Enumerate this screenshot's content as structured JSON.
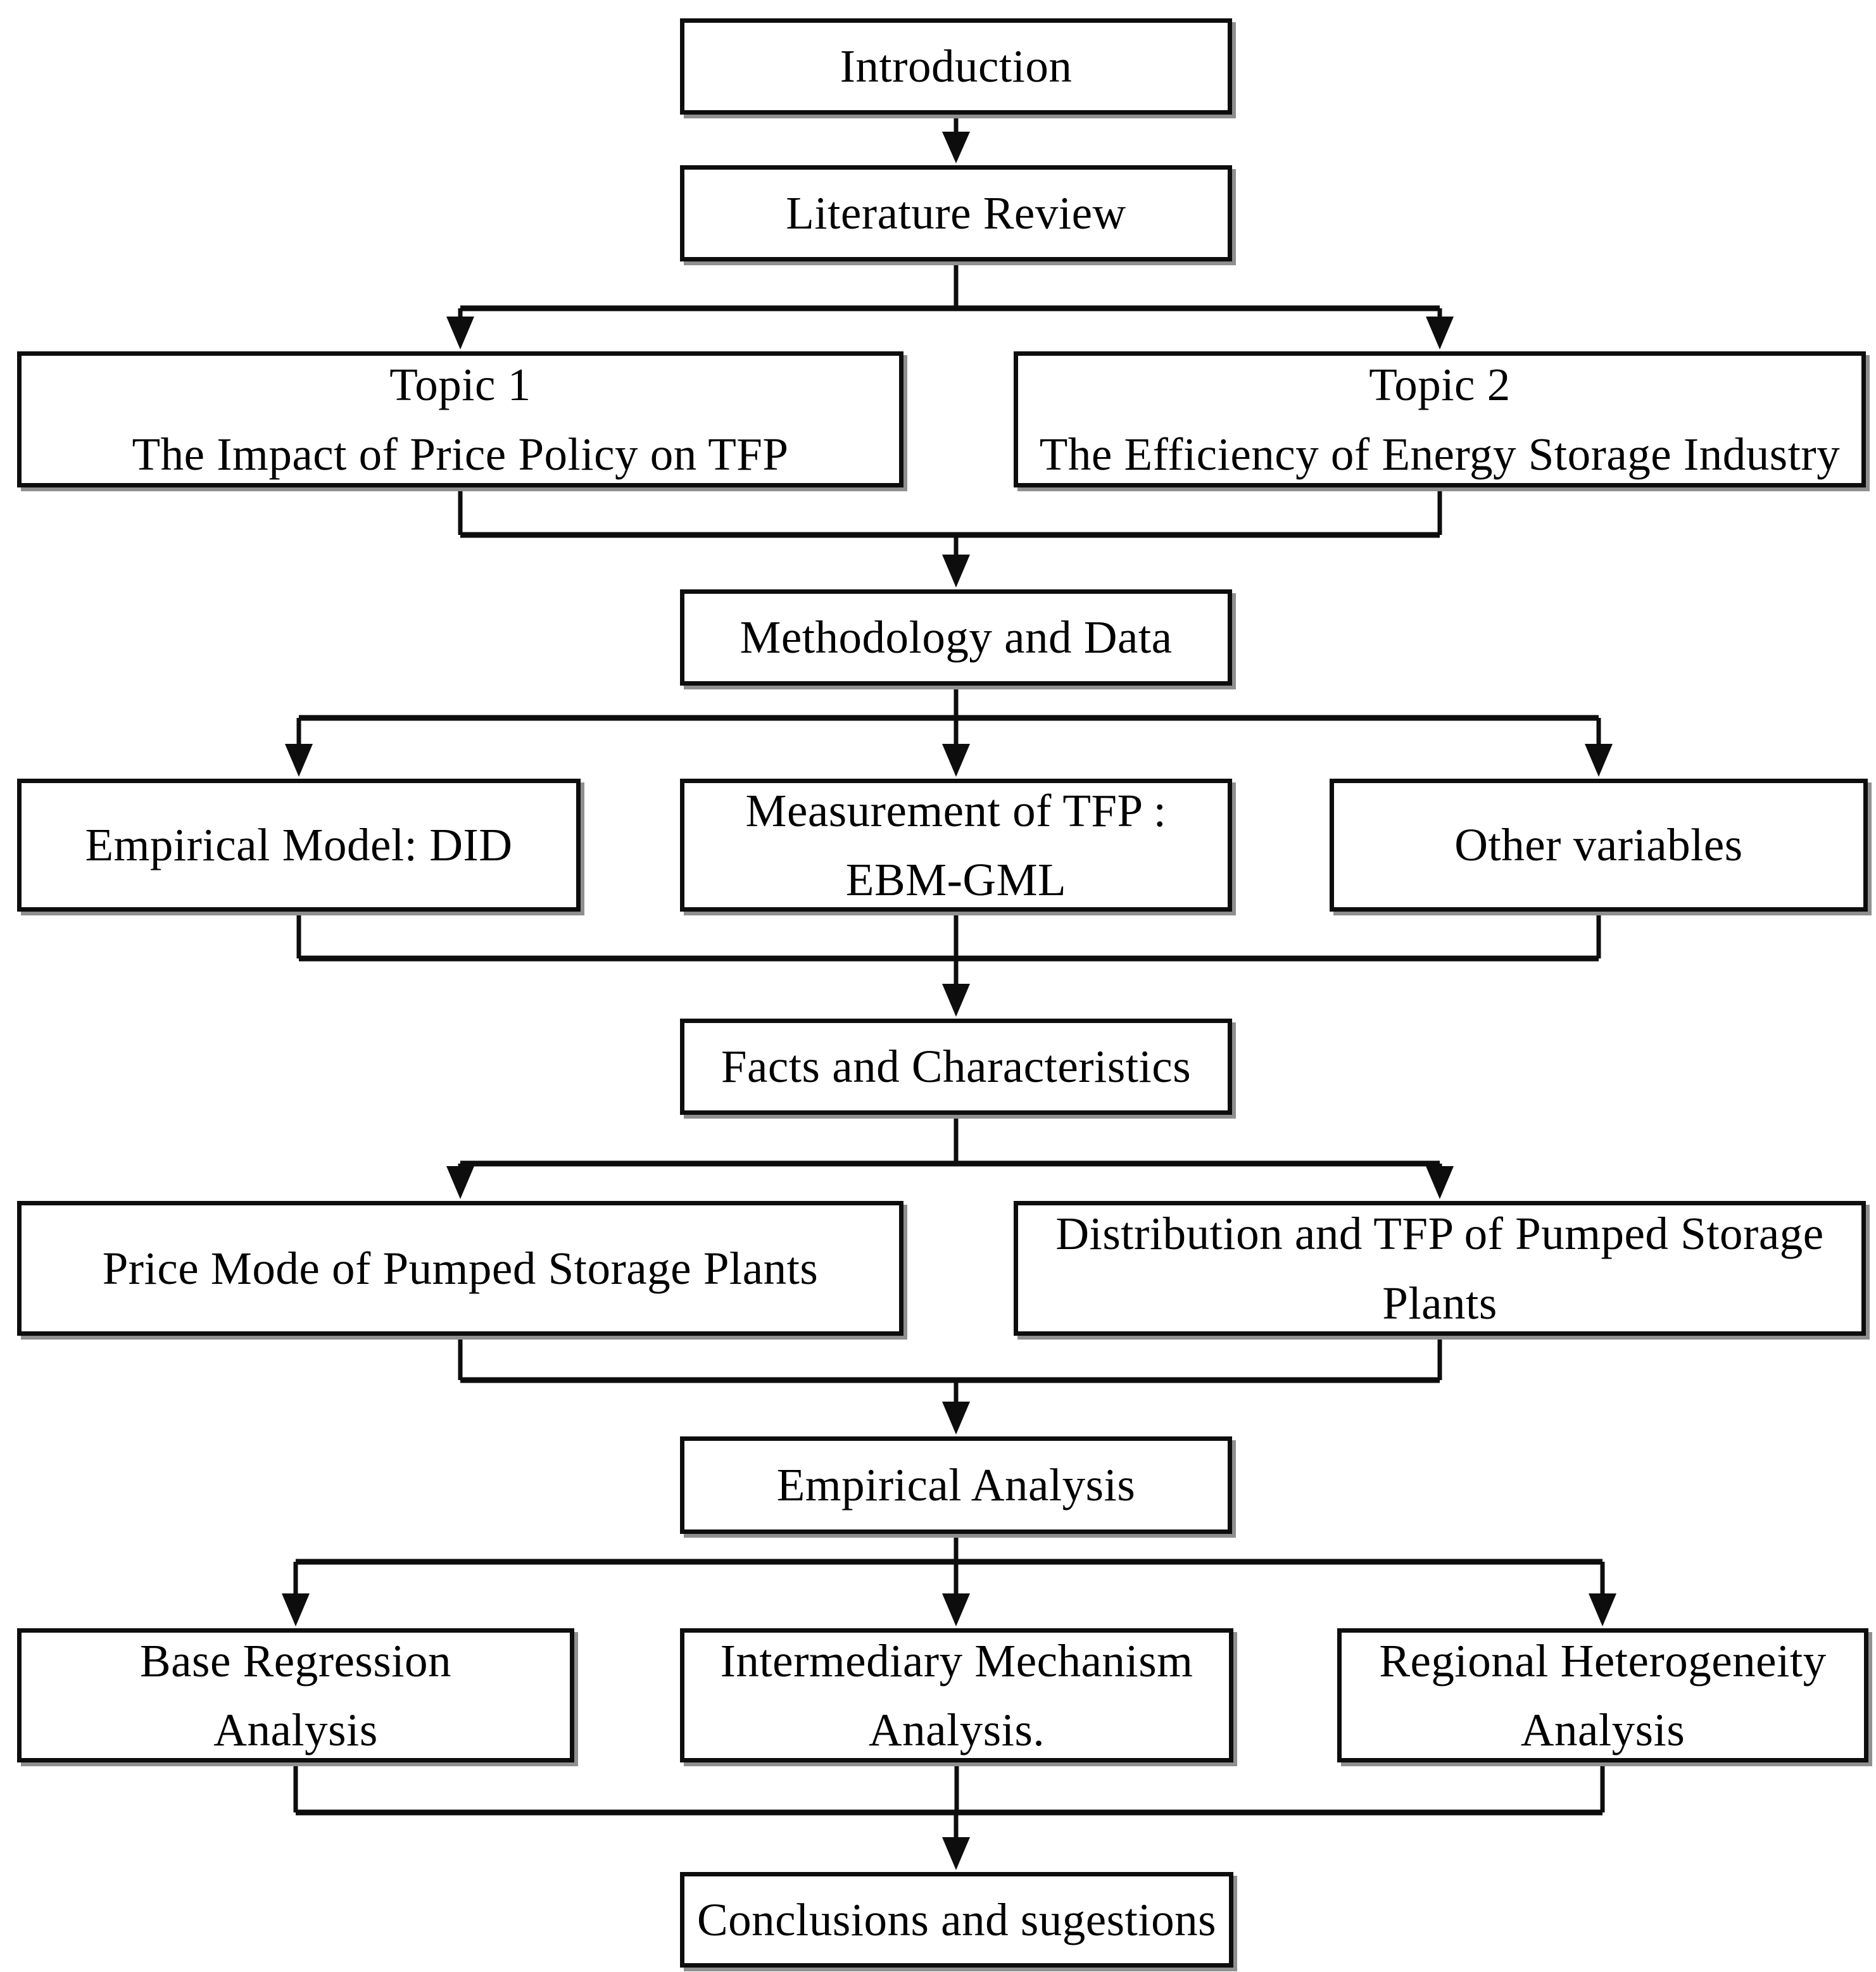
{
  "diagram": {
    "title": "Research framework flowchart",
    "style": {
      "page_bg": "#ffffff",
      "box_bg": "#ffffff",
      "box_border_color": "#0d0d0d",
      "shadow_color": "#8f8f8f",
      "line_color": "#0d0d0d",
      "text_color": "#000000"
    },
    "nodes": {
      "introduction": {
        "lines": [
          "Introduction"
        ]
      },
      "literature_review": {
        "lines": [
          "Literature Review"
        ]
      },
      "topic1": {
        "lines": [
          "Topic 1",
          "The Impact of Price Policy on TFP"
        ]
      },
      "topic2": {
        "lines": [
          "Topic 2",
          "The Efficiency of Energy Storage Industry"
        ]
      },
      "methodology": {
        "lines": [
          "Methodology and Data"
        ]
      },
      "empirical_model": {
        "lines": [
          "Empirical Model: DID"
        ]
      },
      "measurement": {
        "lines": [
          "Measurement of TFP :",
          "EBM-GML"
        ]
      },
      "other_variables": {
        "lines": [
          "Other variables"
        ]
      },
      "facts": {
        "lines": [
          "Facts and Characteristics"
        ]
      },
      "price_mode": {
        "lines": [
          "Price Mode of Pumped Storage Plants"
        ]
      },
      "distribution": {
        "lines": [
          "Distribution and TFP of Pumped Storage",
          "Plants"
        ]
      },
      "empirical_analysis": {
        "lines": [
          "Empirical Analysis"
        ]
      },
      "base_regression": {
        "lines": [
          "Base Regression",
          "Analysis"
        ]
      },
      "intermediary": {
        "lines": [
          "Intermediary Mechanism",
          "Analysis."
        ]
      },
      "regional": {
        "lines": [
          "Regional Heterogeneity",
          "Analysis"
        ]
      },
      "conclusions": {
        "lines": [
          "Conclusions and sugestions"
        ]
      }
    },
    "edges": [
      {
        "from": "introduction",
        "to": "literature_review"
      },
      {
        "from": "literature_review",
        "to": "topic1"
      },
      {
        "from": "literature_review",
        "to": "topic2"
      },
      {
        "from": "topic1",
        "to": "methodology"
      },
      {
        "from": "topic2",
        "to": "methodology"
      },
      {
        "from": "methodology",
        "to": "empirical_model"
      },
      {
        "from": "methodology",
        "to": "measurement"
      },
      {
        "from": "methodology",
        "to": "other_variables"
      },
      {
        "from": "empirical_model",
        "to": "facts"
      },
      {
        "from": "measurement",
        "to": "facts"
      },
      {
        "from": "other_variables",
        "to": "facts"
      },
      {
        "from": "facts",
        "to": "price_mode"
      },
      {
        "from": "facts",
        "to": "distribution"
      },
      {
        "from": "price_mode",
        "to": "empirical_analysis"
      },
      {
        "from": "distribution",
        "to": "empirical_analysis"
      },
      {
        "from": "empirical_analysis",
        "to": "base_regression"
      },
      {
        "from": "empirical_analysis",
        "to": "intermediary"
      },
      {
        "from": "empirical_analysis",
        "to": "regional"
      },
      {
        "from": "base_regression",
        "to": "conclusions"
      },
      {
        "from": "intermediary",
        "to": "conclusions"
      },
      {
        "from": "regional",
        "to": "conclusions"
      }
    ]
  }
}
